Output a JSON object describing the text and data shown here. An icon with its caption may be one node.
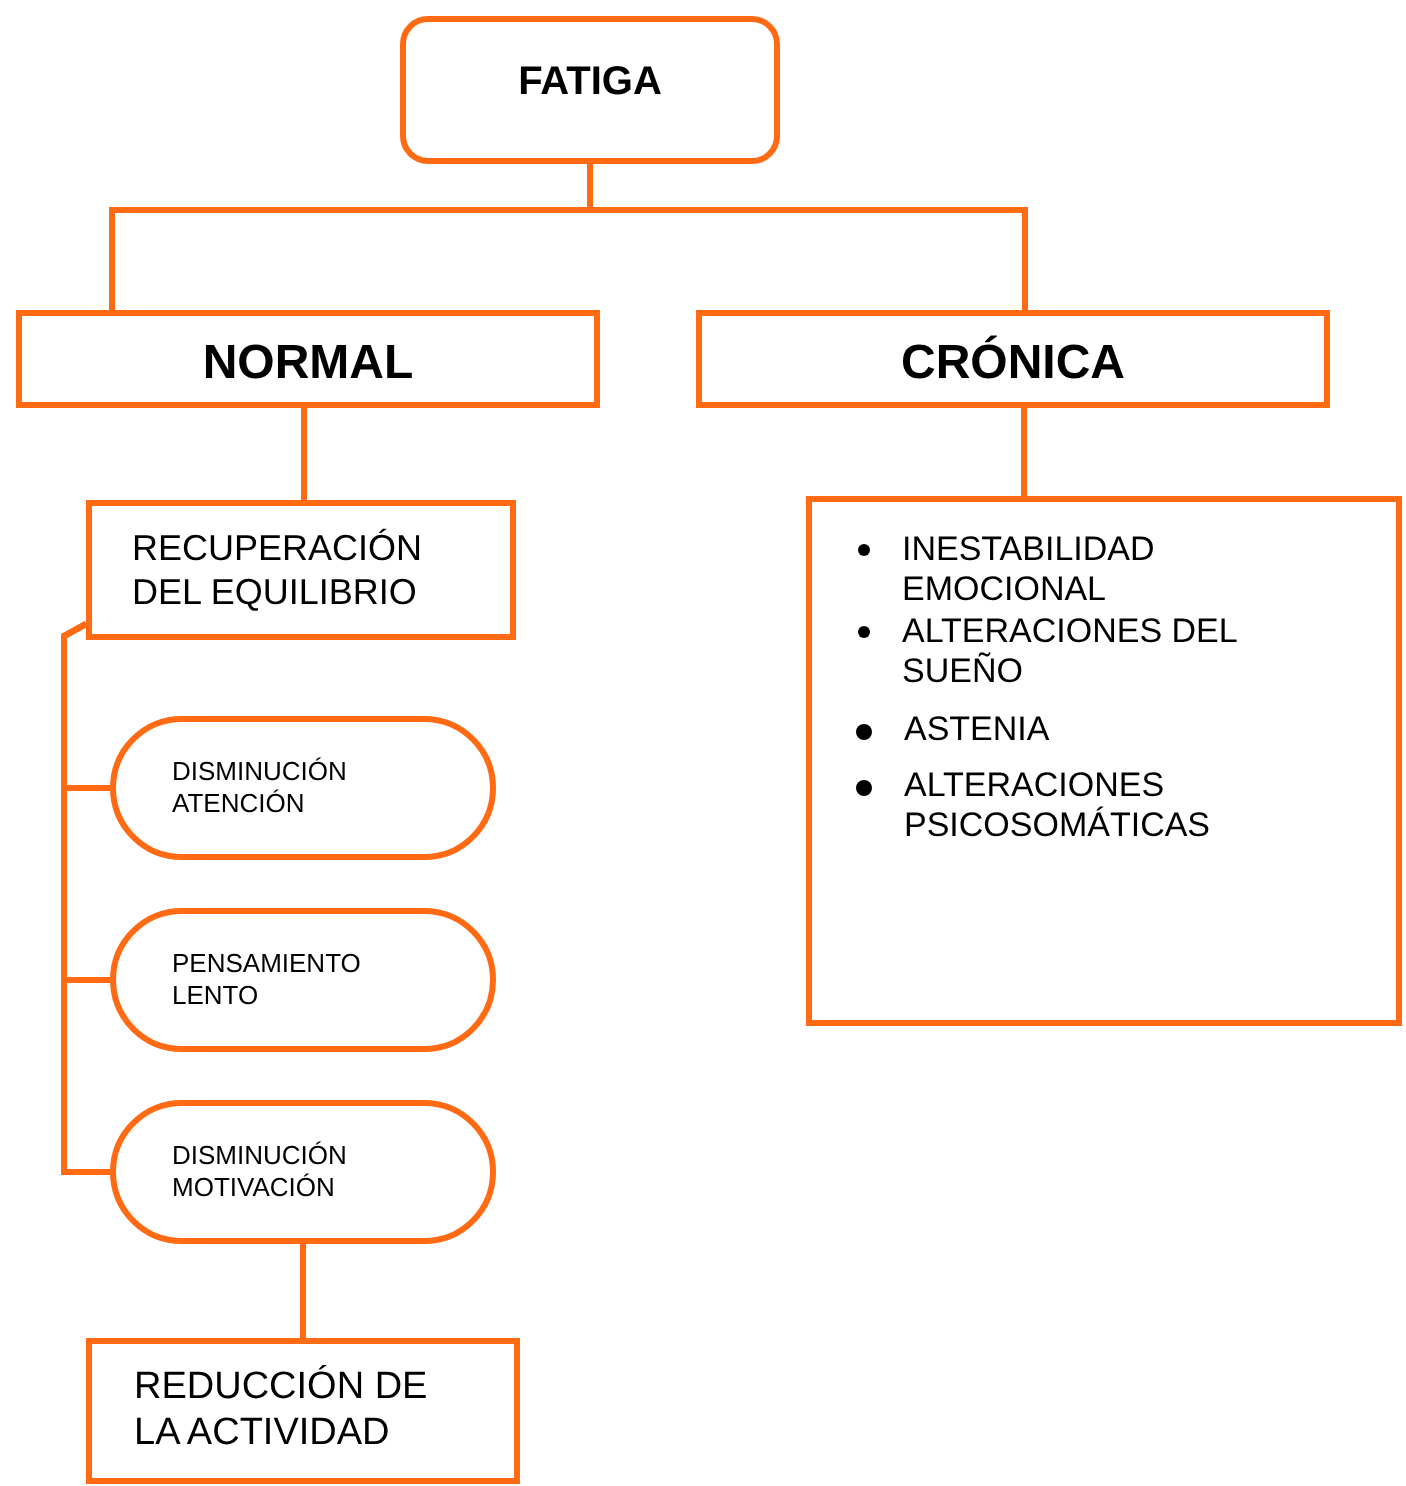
{
  "diagram": {
    "nodes": [
      {
        "text": [
          "FATIGA"
        ]
      },
      {
        "text": [
          "NORMAL"
        ]
      },
      {
        "text": [
          "CRÓNICA"
        ]
      },
      {
        "text": [
          "RECUPERACIÓN DEL EQUILIBRIO"
        ]
      },
      {
        "text": [
          "INESTABILIDAD EMOCIONAL",
          "ALTERACIONES DEL SUEÑO",
          "ASTENIA",
          "ALTERACIONES PSICOSOMÁTICAS"
        ]
      },
      {
        "text": [
          "DISMINUCIÓN ATENCIÓN"
        ]
      },
      {
        "text": [
          "PENSAMIENTO LENTO"
        ]
      },
      {
        "text": [
          "DISMINUCIÓN MOTIVACIÓN"
        ]
      },
      {
        "text": [
          "REDUCCIÓN DE LA ACTIVIDAD"
        ]
      }
    ],
    "edges": [
      {
        "from": 0,
        "to": 1,
        "arrow": "none"
      },
      {
        "from": 0,
        "to": 2,
        "arrow": "none"
      },
      {
        "from": 1,
        "to": 3,
        "arrow": "none"
      },
      {
        "from": 2,
        "to": 4,
        "arrow": "none"
      },
      {
        "from": 3,
        "to": 5,
        "arrow": "none"
      },
      {
        "from": 3,
        "to": 6,
        "arrow": "none"
      },
      {
        "from": 3,
        "to": 7,
        "arrow": "none"
      },
      {
        "from": 7,
        "to": 8,
        "arrow": "none"
      }
    ]
  }
}
